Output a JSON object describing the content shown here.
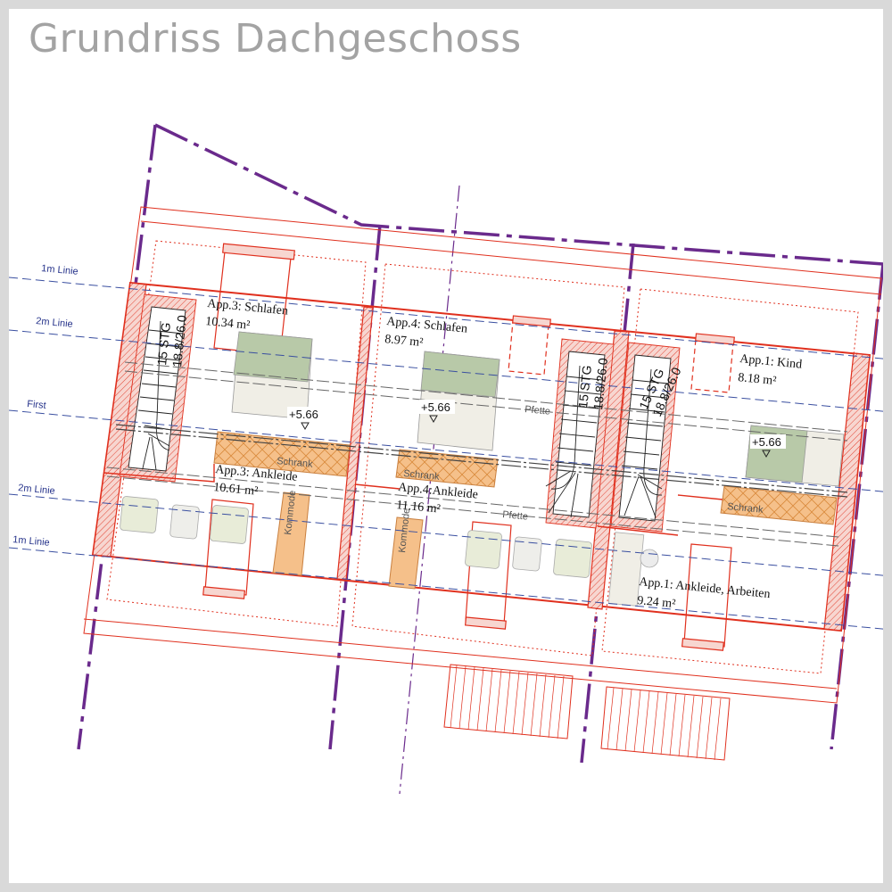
{
  "title": "Grundriss Dachgeschoss",
  "colors": {
    "wall": "#e0301e",
    "wall_fill": "#f7d6d0",
    "property_line": "#6a2a8c",
    "dim_line": "#3a4fa0",
    "furniture_orange": "#f5c08a",
    "bed_green": "#b8c9a8",
    "title_grey": "#a3a3a3"
  },
  "reference_lines": [
    "1m Linie",
    "2m Linie",
    "First",
    "2m Linie",
    "1m Linie"
  ],
  "rooms": [
    {
      "name": "App.3: Schlafen",
      "area": "10.34 m²"
    },
    {
      "name": "App.4: Schlafen",
      "area": "8.97 m²"
    },
    {
      "name": "App.1: Kind",
      "area": "8.18 m²"
    },
    {
      "name": "App.3: Ankleide",
      "area": "10.61 m²"
    },
    {
      "name": "App.4:Ankleide",
      "area": "11.16 m²"
    },
    {
      "name": "App.1: Ankleide, Arbeiten",
      "area": "9.24 m²"
    }
  ],
  "stairs": [
    {
      "steps": "15 STG",
      "ratio": "18.8/26.0"
    },
    {
      "steps": "15 STG",
      "ratio": "18.8/26.0"
    },
    {
      "steps": "15 STG",
      "ratio": "18.8/26.0"
    }
  ],
  "levels": [
    "+5.66",
    "+5.66",
    "+5.66"
  ],
  "furniture": {
    "schrank": "Schrank",
    "kommode": "Kommode",
    "pfette": "Pfette"
  },
  "icons": [
    "level-marker-icon",
    "stair-arrow-icon",
    "window-icon"
  ]
}
